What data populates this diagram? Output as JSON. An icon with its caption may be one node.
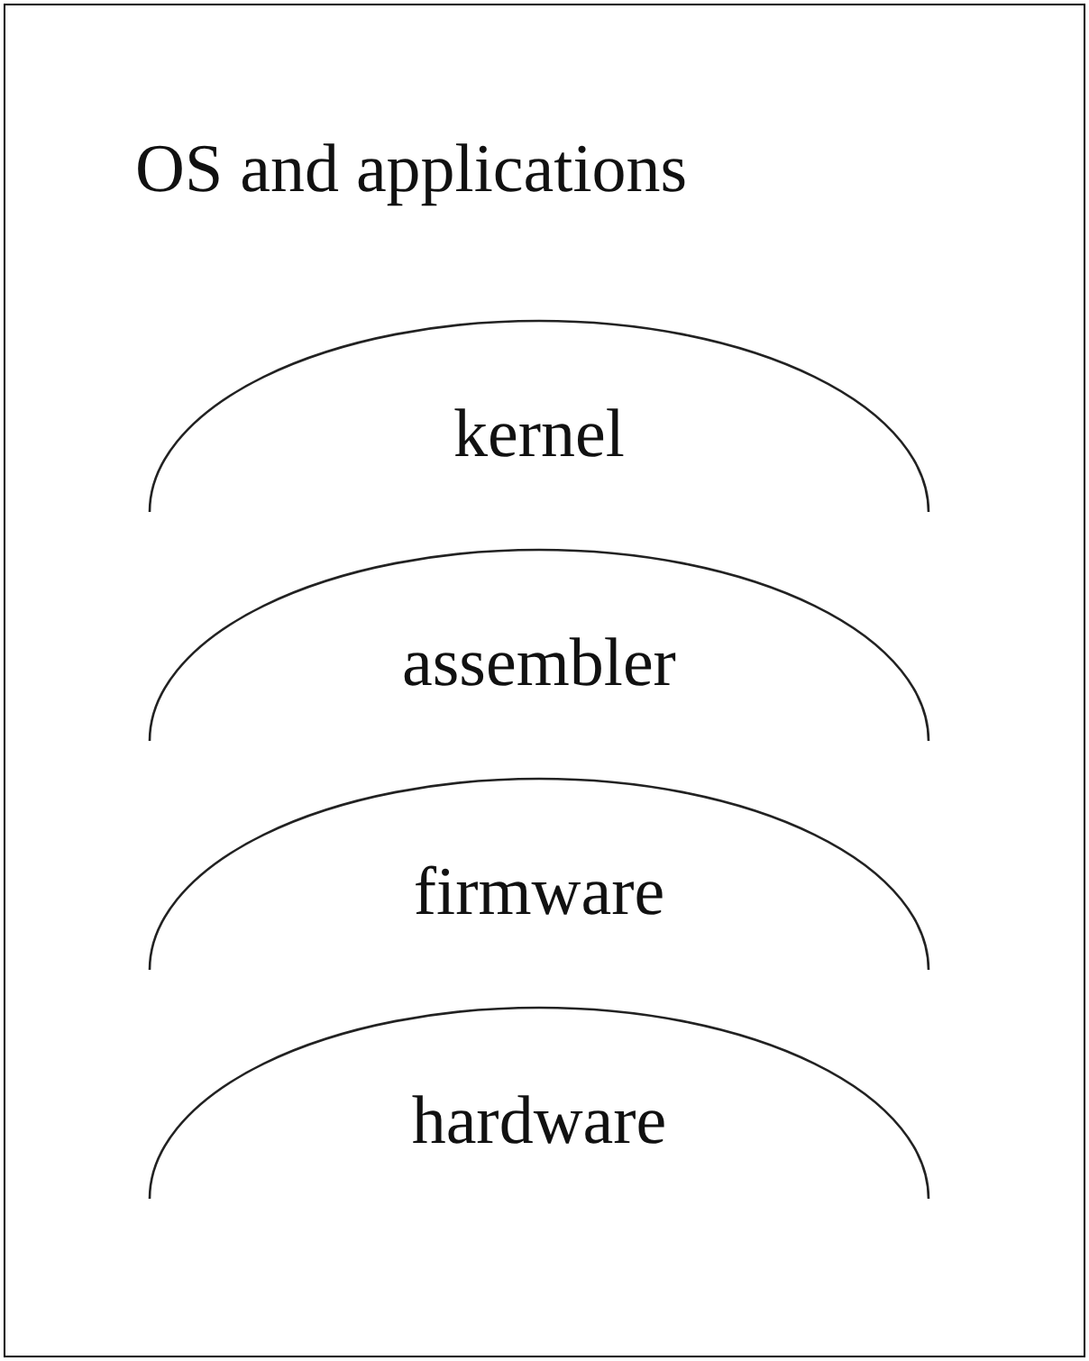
{
  "diagram": {
    "nodes": [
      {
        "text": [
          "kernel"
        ]
      },
      {
        "text": [
          "assembler"
        ]
      },
      {
        "text": [
          "firmware"
        ]
      },
      {
        "text": [
          "hardware"
        ]
      }
    ],
    "labels": [
      "OS and applications"
    ]
  }
}
